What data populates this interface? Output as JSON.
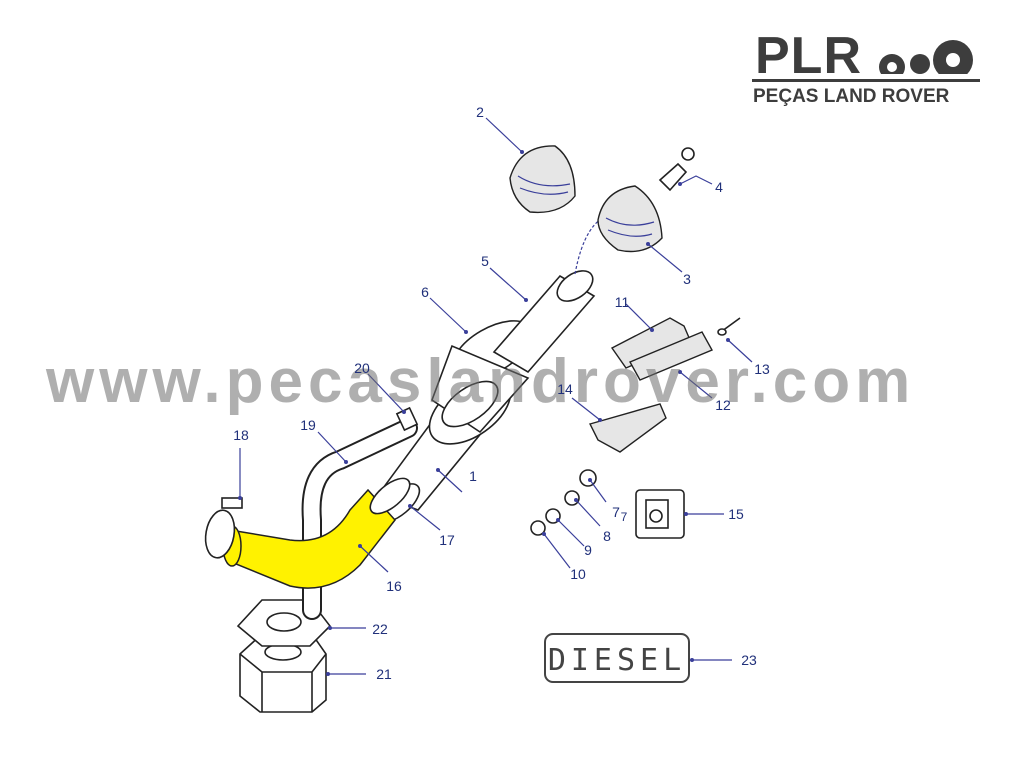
{
  "brand": {
    "logo_text": "PLR",
    "tagline": "PEÇAS LAND ROVER"
  },
  "watermark": "www.pecaslandrover.com",
  "decal_text": "DIESEL",
  "highlight_color": "#fff200",
  "callouts": [
    "1",
    "2",
    "3",
    "4",
    "5",
    "6",
    "7",
    "8",
    "9",
    "10",
    "11",
    "12",
    "13",
    "14",
    "15",
    "16",
    "17",
    "18",
    "19",
    "20",
    "21",
    "22",
    "23"
  ],
  "stray_mark": "7"
}
